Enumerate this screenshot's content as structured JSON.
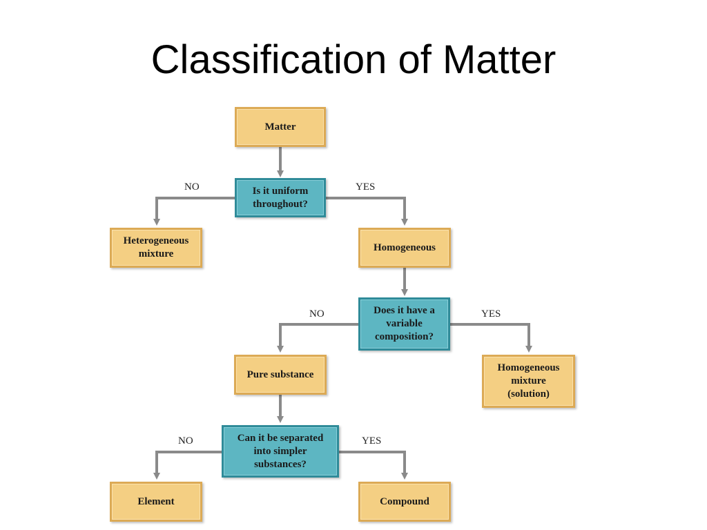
{
  "title": "Classification of Matter",
  "nodes": {
    "matter": "Matter",
    "q_uniform": "Is it uniform\nthroughout?",
    "heterogeneous": "Heterogeneous\nmixture",
    "homogeneous": "Homogeneous",
    "q_variable": "Does it have a\nvariable\ncomposition?",
    "pure_substance": "Pure substance",
    "homogeneous_mixture": "Homogeneous\nmixture\n(solution)",
    "q_separate": "Can it be separated\ninto simpler\nsubstances?",
    "element": "Element",
    "compound": "Compound"
  },
  "labels": {
    "no": "NO",
    "yes": "YES"
  },
  "colors": {
    "answer_box": "#f4cf83",
    "question_box": "#5db6c2",
    "connector": "#8a8a8a"
  }
}
